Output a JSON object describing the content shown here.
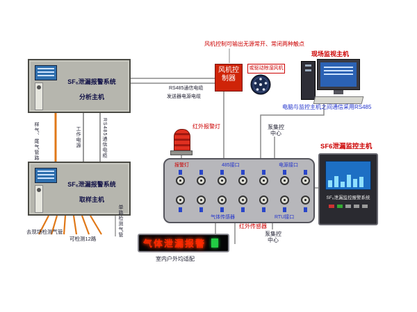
{
  "colors": {
    "red_label": "#cc0000",
    "blue_label": "#2233cc",
    "panel_gray": "#b6b6ae",
    "board_gray": "#b7b7bb",
    "cable_orange": "#e07818",
    "alarm_red": "#d42010",
    "screen_blue": "#2f6fae",
    "led_text_red": "#ff2800"
  },
  "notes": {
    "fan_note": "风机控制可输出无源常开、常闭两种触点",
    "rs485_note": "电脑与监控主机之间通信采用RS485"
  },
  "devices": {
    "fan_controller": "风机控制器",
    "alt_fan": "或驱动除湿风机",
    "site_monitor": "现场监视主机",
    "monitor_host_label": "SF6泄漏监控主机",
    "monitor_host_panel_text": "SF₆泄漏监控报警系统"
  },
  "analysis_host": {
    "system": "SF₆泄漏报警系统",
    "name": "分析主机"
  },
  "sampling_host": {
    "system": "SF₆泄漏报警系统",
    "name": "取样主机"
  },
  "cable_labels": {
    "rs485_h": "RS485通信电缆",
    "power_h": "发送器电源电缆",
    "sample_v": "样气、尾气管路",
    "power_v": "工作电源",
    "rs485_v": "RS485通信电缆",
    "site_pipe": "去现场检测气管",
    "channels": "可检测12路",
    "single_pipe": "单路检测气管"
  },
  "beacon_label": "红外报警灯",
  "board": {
    "top_labels": [
      "报警灯",
      "485接口",
      "电源接口"
    ],
    "bottom_labels": [
      "气体传感器",
      "RTU接口"
    ],
    "pump_top": "泵集控中心",
    "pump_bottom": "泵集控中心",
    "infrared": "红外传感器"
  },
  "led": {
    "text": "气体泄漏报警",
    "caption": "室内户外均适配"
  }
}
